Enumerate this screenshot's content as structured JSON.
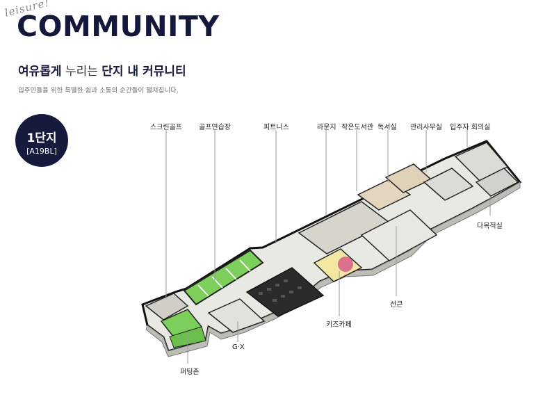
{
  "header": {
    "script_word": "leisure!",
    "title": "COMMUNITY",
    "subtitle_bold_1": "여유롭게",
    "subtitle_light": " 누리는 ",
    "subtitle_bold_2": "단지 내 커뮤니티",
    "description": "입주민들을 위한 특별한 쉼과 소통의 순간들이 펼쳐집니다."
  },
  "badge": {
    "line1": "1단지",
    "line2": "[A19BL]"
  },
  "labels": {
    "screen_golf": "스크린골프",
    "golf_range": "골프연습장",
    "fitness": "피트니스",
    "lounge": "라운지",
    "small_library": "작은도서관",
    "study_room": "독서실",
    "management_office": "관리사무실",
    "residents_meeting": "입주자 회의실",
    "multipurpose_room": "다목적실",
    "seon_room": "선큰",
    "kids_cafe": "키즈카페",
    "gx": "G·X",
    "putting_zone": "퍼팅존"
  },
  "colors": {
    "navy": "#14183a",
    "green_floor": "#7ccf5a",
    "dark_floor": "#2b2b2b",
    "light_floor": "#dcdcd6",
    "wall": "#111111"
  }
}
